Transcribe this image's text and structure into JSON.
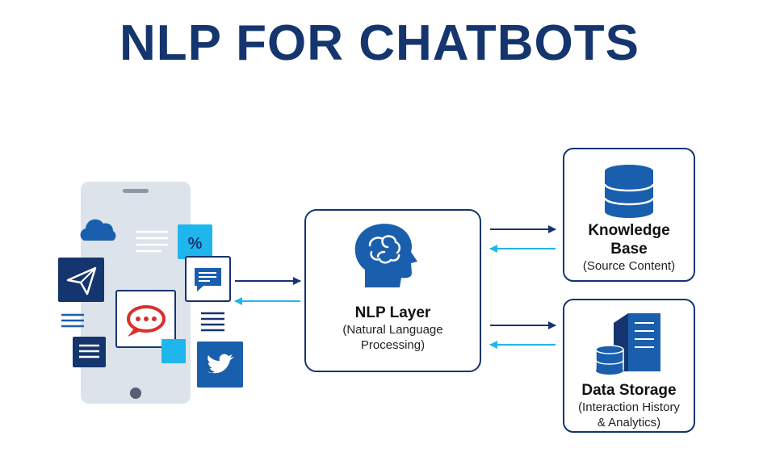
{
  "title": "NLP FOR CHATBOTS",
  "colors": {
    "navy": "#15356e",
    "brand_blue": "#1a5fae",
    "light_blue": "#1fb6ee",
    "phone_gray": "#dde3ea",
    "rocket_red": "#d9302c"
  },
  "nlp_layer": {
    "title": "NLP Layer",
    "subtitle_line1": "(Natural Language",
    "subtitle_line2": "Processing)",
    "icon": "head-brain-icon"
  },
  "knowledge_base": {
    "title_line1": "Knowledge",
    "title_line2": "Base",
    "subtitle": "(Source Content)",
    "icon": "database-icon"
  },
  "data_storage": {
    "title": "Data Storage",
    "subtitle_line1": "(Interaction History",
    "subtitle_line2": "& Analytics)",
    "icon": "server-database-icon"
  },
  "phone_icons": [
    "cloud-icon",
    "percent-icon",
    "send-icon",
    "chat-icon",
    "rocket-chat-icon",
    "menu-icon",
    "twitter-icon"
  ]
}
